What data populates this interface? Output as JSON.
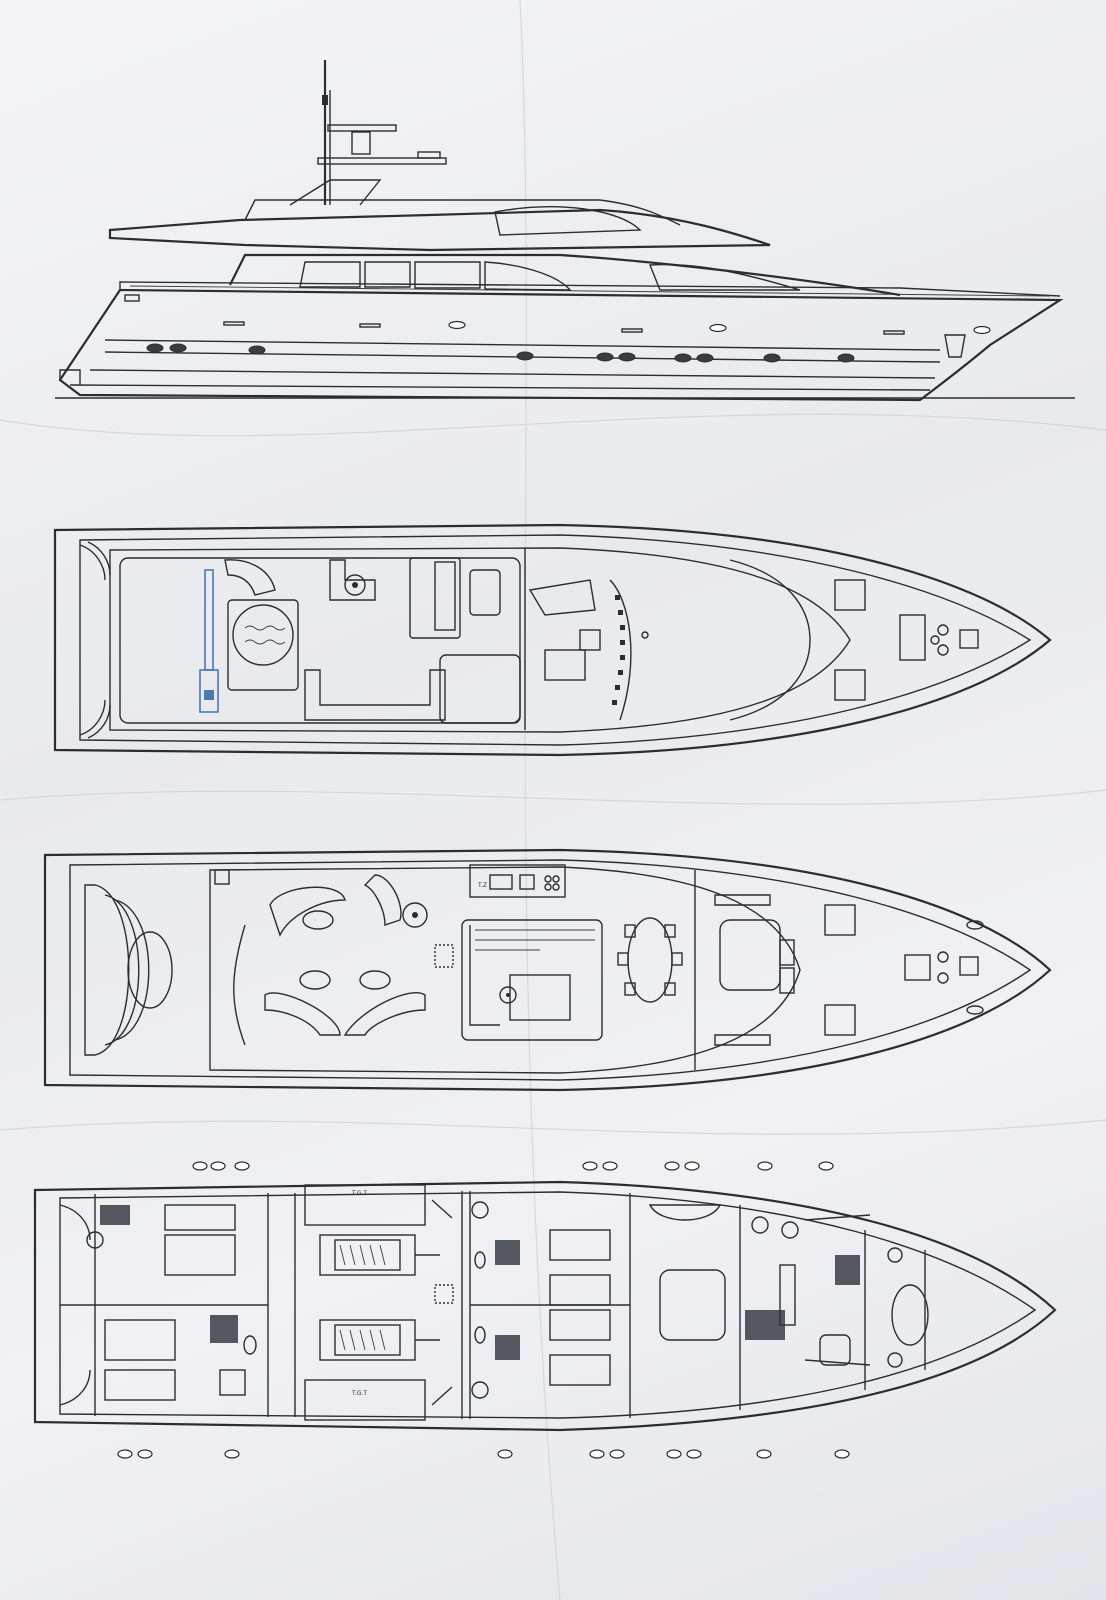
{
  "sheet": {
    "paper_color": "#ecedf0",
    "line_color": "#2b2d33",
    "accent_blue": "#4a78b5"
  },
  "drawings": [
    {
      "name": "side-profile-view",
      "kind": "elevation"
    },
    {
      "name": "sun-deck-plan",
      "kind": "plan"
    },
    {
      "name": "main-deck-plan",
      "kind": "plan"
    },
    {
      "name": "lower-deck-plan",
      "kind": "plan"
    }
  ],
  "labels": {
    "tank_starboard": "T.G.T",
    "tank_port": "T.G.T",
    "galley_mark": "T.Z"
  }
}
